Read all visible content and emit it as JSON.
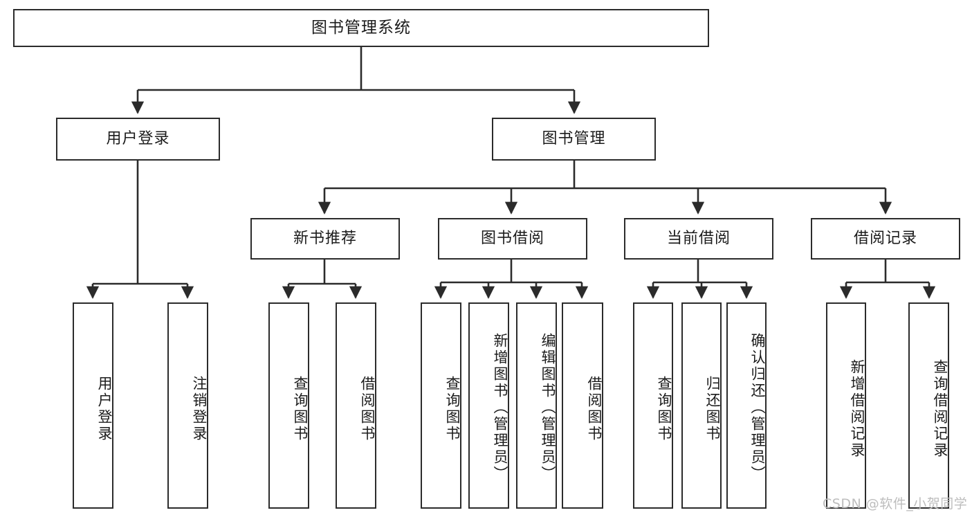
{
  "diagram": {
    "title": "图书管理系统",
    "type": "tree",
    "watermark": "CSDN @软件_小贺同学",
    "colors": {
      "stroke": "#2b2b2b",
      "fill": "#ffffff",
      "text": "#1b1b1b",
      "watermark": "#bdbdbd"
    },
    "root": {
      "label": "图书管理系统"
    },
    "level2": [
      {
        "label": "用户登录"
      },
      {
        "label": "图书管理"
      }
    ],
    "level3": [
      {
        "label": "新书推荐"
      },
      {
        "label": "图书借阅"
      },
      {
        "label": "当前借阅"
      },
      {
        "label": "借阅记录"
      }
    ],
    "leaves": {
      "user_login": [
        {
          "label": "用户登录"
        },
        {
          "label": "注销登录"
        }
      ],
      "new_book": [
        {
          "label": "查询图书"
        },
        {
          "label": "借阅图书"
        }
      ],
      "book_borrow": [
        {
          "label": "查询图书"
        },
        {
          "label": "新增图书（管理员）"
        },
        {
          "label": "编辑图书（管理员）"
        },
        {
          "label": "借阅图书"
        }
      ],
      "current_borrow": [
        {
          "label": "查询图书"
        },
        {
          "label": "归还图书"
        },
        {
          "label": "确认归还（管理员）"
        }
      ],
      "borrow_record": [
        {
          "label": "新增借阅记录"
        },
        {
          "label": "查询借阅记录"
        }
      ]
    }
  }
}
